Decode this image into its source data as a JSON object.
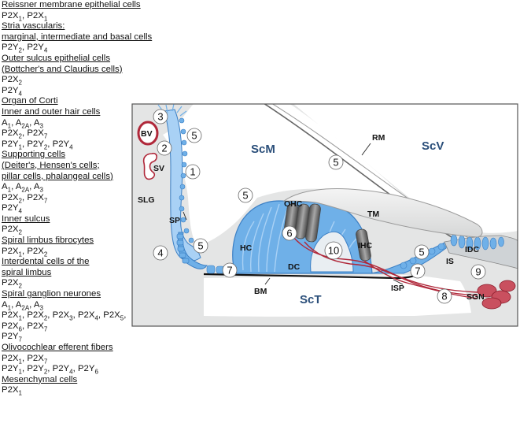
{
  "legend": [
    {
      "kind": "heading",
      "parts": [
        [
          "Reissner membrane epithelial cells",
          ""
        ]
      ]
    },
    {
      "kind": "receptor",
      "parts": [
        [
          "P2X",
          "1"
        ],
        [
          ", P2X",
          "1"
        ]
      ]
    },
    {
      "kind": "heading",
      "parts": [
        [
          "Stria vascularis:",
          ""
        ]
      ]
    },
    {
      "kind": "heading",
      "parts": [
        [
          "marginal, intermediate and basal cells",
          ""
        ]
      ]
    },
    {
      "kind": "receptor",
      "parts": [
        [
          "P2Y",
          "2"
        ],
        [
          ", P2Y",
          "4"
        ]
      ]
    },
    {
      "kind": "heading",
      "parts": [
        [
          "Outer sulcus epithelial cells",
          ""
        ]
      ]
    },
    {
      "kind": "heading",
      "parts": [
        [
          "(Bottcher's and Claudius cells)",
          ""
        ]
      ]
    },
    {
      "kind": "receptor",
      "parts": [
        [
          "P2X",
          "2"
        ]
      ]
    },
    {
      "kind": "receptor",
      "parts": [
        [
          "P2Y",
          "4"
        ]
      ]
    },
    {
      "kind": "heading",
      "parts": [
        [
          "Organ of Corti",
          ""
        ]
      ]
    },
    {
      "kind": "heading",
      "parts": [
        [
          "Inner and outer hair cells",
          ""
        ]
      ]
    },
    {
      "kind": "receptor",
      "parts": [
        [
          "A",
          "1"
        ],
        [
          ", A",
          "2A"
        ],
        [
          ", A",
          "3"
        ]
      ]
    },
    {
      "kind": "receptor",
      "parts": [
        [
          "P2X",
          "2"
        ],
        [
          ", P2X",
          "7"
        ]
      ]
    },
    {
      "kind": "receptor",
      "parts": [
        [
          "P2Y",
          "1"
        ],
        [
          ", P2Y",
          "2"
        ],
        [
          ", P2Y",
          "4"
        ]
      ]
    },
    {
      "kind": "heading",
      "parts": [
        [
          "Supporting cells",
          ""
        ]
      ]
    },
    {
      "kind": "heading",
      "parts": [
        [
          "(Deiter's, Hensen's cells;",
          ""
        ]
      ]
    },
    {
      "kind": "heading",
      "parts": [
        [
          "pillar cells, phalangeal cells)",
          ""
        ]
      ]
    },
    {
      "kind": "receptor",
      "parts": [
        [
          "A",
          "1"
        ],
        [
          ", A",
          "2A"
        ],
        [
          ", A",
          "3"
        ]
      ]
    },
    {
      "kind": "receptor",
      "parts": [
        [
          "P2X",
          "2"
        ],
        [
          ", P2X",
          "7"
        ]
      ]
    },
    {
      "kind": "receptor",
      "parts": [
        [
          "P2Y",
          "4"
        ]
      ]
    },
    {
      "kind": "heading",
      "parts": [
        [
          "Inner sulcus",
          ""
        ]
      ]
    },
    {
      "kind": "receptor",
      "parts": [
        [
          "P2X",
          "2"
        ]
      ]
    },
    {
      "kind": "heading",
      "parts": [
        [
          "Spiral limbus fibrocytes",
          ""
        ]
      ]
    },
    {
      "kind": "receptor",
      "parts": [
        [
          "P2X",
          "1"
        ],
        [
          ", P2X",
          "2"
        ]
      ]
    },
    {
      "kind": "heading",
      "parts": [
        [
          "Interdental cells of the",
          ""
        ]
      ]
    },
    {
      "kind": "heading",
      "parts": [
        [
          "spiral limbus",
          ""
        ]
      ]
    },
    {
      "kind": "receptor",
      "parts": [
        [
          "P2X",
          "2"
        ]
      ]
    },
    {
      "kind": "heading",
      "parts": [
        [
          "Spiral ganglion neurones",
          ""
        ]
      ]
    },
    {
      "kind": "receptor",
      "parts": [
        [
          "A",
          "1"
        ],
        [
          ", A",
          "2A"
        ],
        [
          ", A",
          "3"
        ]
      ]
    },
    {
      "kind": "receptor",
      "parts": [
        [
          "P2X",
          "1"
        ],
        [
          ", P2X",
          "2"
        ],
        [
          ", P2X",
          "3"
        ],
        [
          ", P2X",
          "4"
        ],
        [
          ", P2X",
          "5"
        ],
        [
          ",",
          ""
        ]
      ]
    },
    {
      "kind": "receptor",
      "parts": [
        [
          "P2X",
          "6"
        ],
        [
          ", P2X",
          "7"
        ]
      ]
    },
    {
      "kind": "receptor",
      "parts": [
        [
          "P2Y",
          "7"
        ]
      ]
    },
    {
      "kind": "heading",
      "parts": [
        [
          "Olivocochlear efferent fibers",
          ""
        ]
      ]
    },
    {
      "kind": "receptor",
      "parts": [
        [
          "P2X",
          "1"
        ],
        [
          ", P2X",
          "7"
        ]
      ]
    },
    {
      "kind": "receptor",
      "parts": [
        [
          "P2Y",
          "1"
        ],
        [
          ", P2Y",
          "2"
        ],
        [
          ", P2Y",
          "4"
        ],
        [
          ", P2Y",
          "6"
        ]
      ]
    },
    {
      "kind": "heading",
      "parts": [
        [
          "Mesenchymal cells",
          ""
        ]
      ]
    },
    {
      "kind": "receptor",
      "parts": [
        [
          "P2X",
          "1"
        ]
      ]
    }
  ],
  "diagram": {
    "regions": {
      "scm": "ScM",
      "scv": "ScV",
      "sct": "ScT"
    },
    "labels": {
      "rm": "RM",
      "tm": "TM",
      "ohc": "OHC",
      "ihc": "IHC",
      "hc": "HC",
      "dc": "DC",
      "idc": "IDC",
      "is": "IS",
      "isp": "ISP",
      "sgn": "SGN",
      "bm": "BM",
      "sp": "SP",
      "slg": "SLG",
      "bv": "BV",
      "sv": "SV"
    },
    "numbers": [
      "3",
      "2",
      "1",
      "5",
      "5",
      "5",
      "4",
      "5",
      "7",
      "6",
      "10",
      "5",
      "7",
      "9",
      "8",
      "5"
    ],
    "colors": {
      "cell_fill": "#6fb0e8",
      "cell_light": "#a9d1f5",
      "cell_dark": "#3b7fc4",
      "tissue": "#e4e5e5",
      "fluid": "#ffffff",
      "border": "#555555",
      "hair_cell": "#7a7a7a",
      "nerve": "#b0283a",
      "region_text": "#2b4f7a"
    }
  }
}
